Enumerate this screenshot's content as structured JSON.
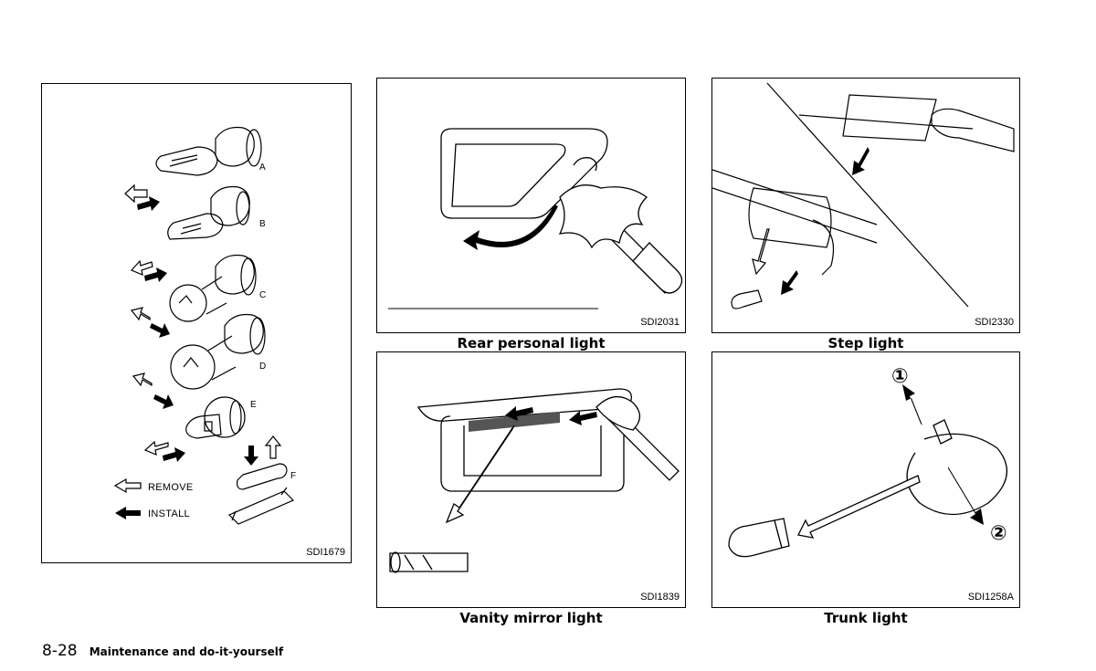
{
  "panels": {
    "bulbs": {
      "code": "SDI1679",
      "labels": [
        "A",
        "B",
        "C",
        "D",
        "E",
        "F"
      ],
      "legend": {
        "remove": "REMOVE",
        "install": "INSTALL"
      }
    },
    "rear_personal": {
      "code": "SDI2031",
      "caption": "Rear personal light"
    },
    "step": {
      "code": "SDI2330",
      "caption": "Step light"
    },
    "vanity": {
      "code": "SDI1839",
      "caption": "Vanity mirror light"
    },
    "trunk": {
      "code": "SDI1258A",
      "caption": "Trunk light",
      "markers": [
        "①",
        "②"
      ]
    }
  },
  "footer": {
    "page": "8-28",
    "section": "Maintenance and do-it-yourself"
  },
  "icons": [
    "remove-arrow-icon",
    "install-arrow-icon",
    "screwdriver-icon",
    "bulb-icon"
  ]
}
